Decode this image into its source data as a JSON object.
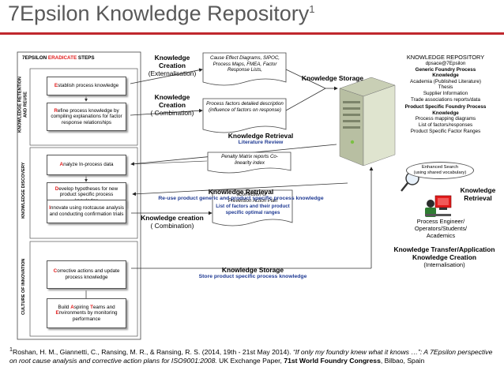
{
  "title": {
    "text": "7Epsilon Knowledge Repository",
    "sup": "1"
  },
  "steps_header": {
    "pre": "7EPSILON ",
    "highlight": "ERADICATE",
    "post": " STEPS"
  },
  "section_labels": {
    "retention_l1": "KNOWLEDGE RETENTION",
    "retention_l2": "AND REUSE",
    "discovery": "KNOWLEDGE DISCOVERY",
    "innovation": "CULTURE OF INNOVATION"
  },
  "steps": [
    {
      "hl": "E",
      "rest": "stablish process knowledge"
    },
    {
      "hl": "R",
      "rest": "efine process knowledge by compiling explanations for factor response relationships"
    },
    {
      "hl": "A",
      "rest": "nalyze In-process data"
    },
    {
      "hl": "D",
      "rest": "evelop hypotheses for new product specific process knowledge"
    },
    {
      "hl": "I",
      "rest": "nnovate using rootcause analysis and conducting confirmation trials"
    },
    {
      "hl": "C",
      "rest": "orrective actions and update process knowledge"
    }
  ],
  "step7": {
    "p1": "Build ",
    "h1": "A",
    "p2": "spiring ",
    "h2": "T",
    "p3": "eams and ",
    "h3": "E",
    "p4": "nvironments by monitoring performance"
  },
  "creation1": {
    "l1": "Knowledge",
    "l2": "Creation",
    "l3": "(Externalisation)"
  },
  "creation2": {
    "l1": "Knowledge",
    "l2": "Creation",
    "l3": "( Combination)"
  },
  "creation3": {
    "l1": "Knowledge creation",
    "l2": "( Combination)"
  },
  "docs": {
    "doc1": "Cause Effect Diagrams, SIPOC, Process Maps, FMEA, Factor Response Lists,",
    "doc2": "Process factors detailed description (influence of factors on response)",
    "doc3": "Penalty Matrix reports Co-linearity index",
    "doc4_l1": "Correction or",
    "doc4_l2": "Prevention Action Plan",
    "doc4_l3": "List of factors and their product specific optimal ranges"
  },
  "storage1": "Knowledge Storage",
  "retrieval1": {
    "label": "Knowledge Retrieval",
    "sub": "Literature Review"
  },
  "retrieval2": {
    "label": "Knowledge Retrieval",
    "sub": "Re-use product generic and product specific process knowledge"
  },
  "storage2": {
    "label": "Knowledge Storage",
    "sub": "Store product specific process knowledge"
  },
  "repository": {
    "title": "KNOWLEDGE REPOSITORY",
    "email": "dpsace@7Epsilon",
    "generic_l1": "Generic Foundry Process",
    "generic_l2": "Knowledge",
    "items": [
      "Academia (Published Literature)",
      "Thesis",
      "Supplier Information",
      "Trade associations reports/data"
    ],
    "specific_l1": "Product Specific Foundry Process",
    "specific_l2": "Knowledge",
    "specific_items": [
      "Process mapping diagrams",
      "List of factors/responses",
      "Product Specific Factor Ranges"
    ]
  },
  "search": {
    "l1": "Enhanced Search",
    "l2": "(using shared vocabulary)"
  },
  "retrieval3": {
    "l1": "Knowledge",
    "l2": "Retrieval"
  },
  "users": {
    "l1": "Process Engineer/",
    "l2": "Operators/Students/",
    "l3": "Academics"
  },
  "transfer": {
    "l1": "Knowledge Transfer/Application",
    "l2": "Knowledge Creation",
    "l3": "(Internalisation)"
  },
  "footnote": {
    "sup": "1",
    "authors": "Roshan, H. M., Giannetti, C., Ransing, M. R., & Ransing, R. S. (2014, 19th - 21st May 2014). ",
    "italic": "“If only my foundry knew what it knows …”: A 7Epsilon perspective on root cause analysis and corrective action plans for ISO9001:2008.",
    "mid": " UK Exchange  Paper, ",
    "bold": "71st World Foundry Congress",
    "end": ", Bilbao, Spain"
  },
  "colors": {
    "accent_red": "#c0282d",
    "highlight_red": "#e01b1b",
    "blue": "#1f3a93"
  }
}
